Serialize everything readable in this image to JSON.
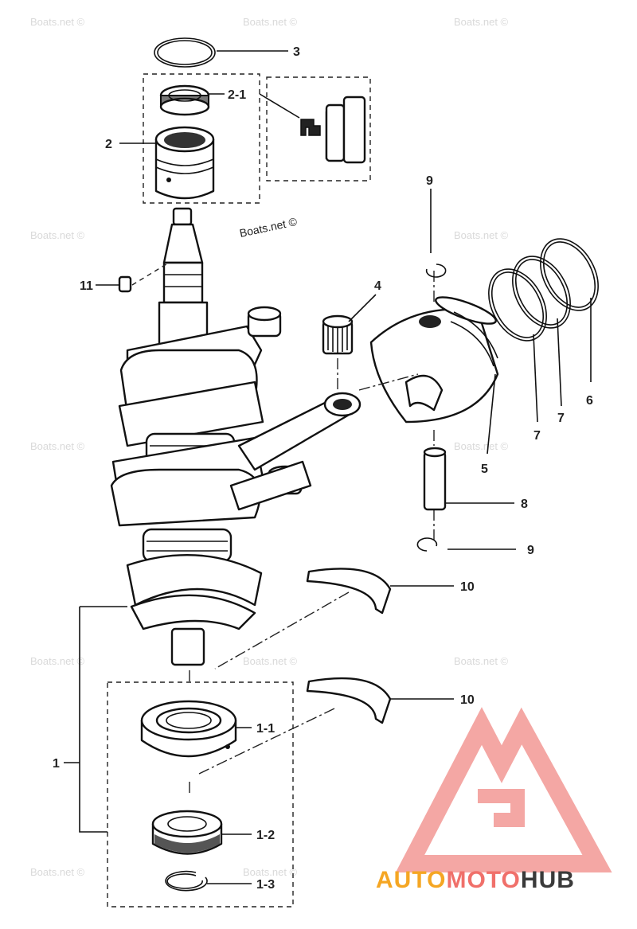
{
  "credit": "Boats.net ©",
  "watermark": {
    "text": "Boats.net ©",
    "color": "#d9d9d9"
  },
  "brand": {
    "part1": "AUTO",
    "part2": "MOTO",
    "part3": "HUB",
    "colors": {
      "auto": "#f5a623",
      "moto": "#f0706a",
      "hub": "#3a3a3a",
      "triangle": "#f08a86"
    }
  },
  "callouts": {
    "c3": "3",
    "c2_1": "2-1",
    "c2": "2",
    "c9_top": "9",
    "c11": "11",
    "c4": "4",
    "c5": "5",
    "c6": "6",
    "c7_a": "7",
    "c7_b": "7",
    "c8": "8",
    "c9_bottom": "9",
    "c10_a": "10",
    "c10_b": "10",
    "c1": "1",
    "c1_1": "1-1",
    "c1_2": "1-2",
    "c1_3": "1-3"
  }
}
